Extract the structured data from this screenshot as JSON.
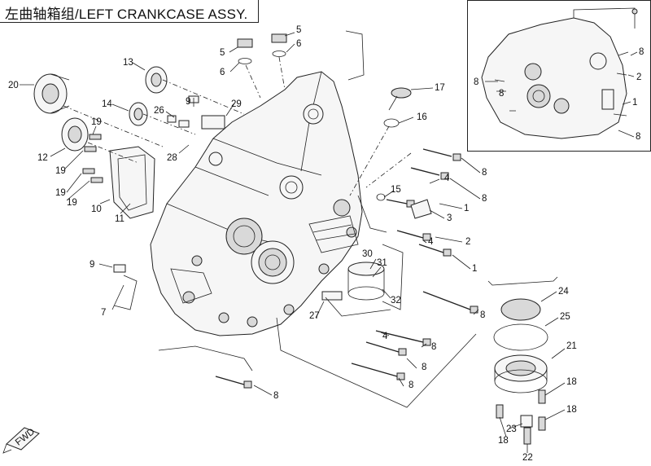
{
  "title": "左曲轴箱组/LEFT CRANKCASE ASSY.",
  "fwd_label": "FWD",
  "callouts": [
    {
      "id": "c-20",
      "text": "20"
    },
    {
      "id": "c-13",
      "text": "13"
    },
    {
      "id": "c-14",
      "text": "14"
    },
    {
      "id": "c-26",
      "text": "26"
    },
    {
      "id": "c-12",
      "text": "12"
    },
    {
      "id": "c-19a",
      "text": "19"
    },
    {
      "id": "c-19b",
      "text": "19"
    },
    {
      "id": "c-19c",
      "text": "19"
    },
    {
      "id": "c-19d",
      "text": "19"
    },
    {
      "id": "c-10",
      "text": "10"
    },
    {
      "id": "c-11",
      "text": "11"
    },
    {
      "id": "c-28",
      "text": "28"
    },
    {
      "id": "c-9a",
      "text": "9"
    },
    {
      "id": "c-29",
      "text": "29"
    },
    {
      "id": "c-5a",
      "text": "5"
    },
    {
      "id": "c-6a",
      "text": "6"
    },
    {
      "id": "c-5b",
      "text": "5"
    },
    {
      "id": "c-6b",
      "text": "6"
    },
    {
      "id": "c-17",
      "text": "17"
    },
    {
      "id": "c-16",
      "text": "16"
    },
    {
      "id": "c-8a",
      "text": "8"
    },
    {
      "id": "c-4a",
      "text": "4"
    },
    {
      "id": "c-8b",
      "text": "8"
    },
    {
      "id": "c-15",
      "text": "15"
    },
    {
      "id": "c-1a",
      "text": "1"
    },
    {
      "id": "c-3",
      "text": "3"
    },
    {
      "id": "c-2",
      "text": "2"
    },
    {
      "id": "c-4b",
      "text": "4"
    },
    {
      "id": "c-1b",
      "text": "1"
    },
    {
      "id": "c-30",
      "text": "30"
    },
    {
      "id": "c-31",
      "text": "31"
    },
    {
      "id": "c-32",
      "text": "32"
    },
    {
      "id": "c-9b",
      "text": "9"
    },
    {
      "id": "c-7",
      "text": "7"
    },
    {
      "id": "c-27",
      "text": "27"
    },
    {
      "id": "c-8c",
      "text": "8"
    },
    {
      "id": "c-4c",
      "text": "4"
    },
    {
      "id": "c-8d",
      "text": "8"
    },
    {
      "id": "c-8e",
      "text": "8"
    },
    {
      "id": "c-8f",
      "text": "8"
    },
    {
      "id": "c-8g",
      "text": "8"
    },
    {
      "id": "c-24",
      "text": "24"
    },
    {
      "id": "c-25",
      "text": "25"
    },
    {
      "id": "c-21",
      "text": "21"
    },
    {
      "id": "c-18a",
      "text": "18"
    },
    {
      "id": "c-18b",
      "text": "18"
    },
    {
      "id": "c-18c",
      "text": "18"
    },
    {
      "id": "c-23",
      "text": "23"
    },
    {
      "id": "c-22",
      "text": "22"
    },
    {
      "id": "i-8a",
      "text": "8"
    },
    {
      "id": "i-8b",
      "text": "8"
    },
    {
      "id": "i-2",
      "text": "2"
    },
    {
      "id": "i-1",
      "text": "1"
    },
    {
      "id": "i-8c",
      "text": "8"
    },
    {
      "id": "i-8d",
      "text": "8"
    }
  ]
}
